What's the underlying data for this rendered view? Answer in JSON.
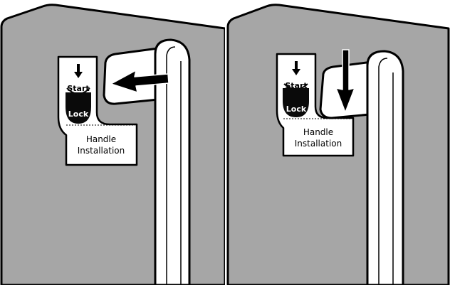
{
  "colors": {
    "door": "#a6a6a6",
    "outline": "#000000",
    "background": "#ffffff",
    "sticker_black": "#0a0a0a"
  },
  "panels": [
    {
      "id": "left",
      "action": "slide-left",
      "sticker": {
        "start": "Start",
        "lock": "Lock",
        "line1": "Handle",
        "line2": "Installation"
      }
    },
    {
      "id": "right",
      "action": "push-down",
      "sticker": {
        "start": "Start",
        "lock": "Lock",
        "line1": "Handle",
        "line2": "Installation"
      }
    }
  ]
}
